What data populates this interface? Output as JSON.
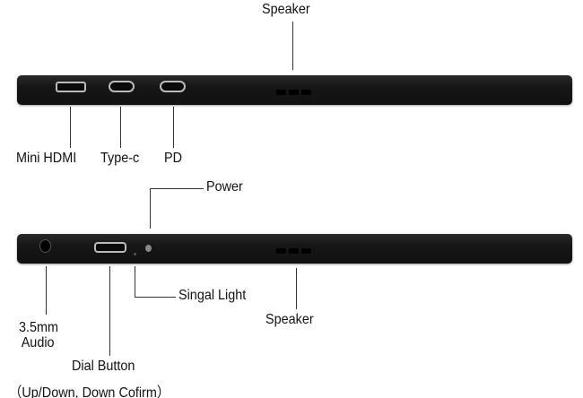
{
  "top_view": {
    "speaker_label": "Speaker",
    "ports": [
      {
        "label": "Mini HDMI"
      },
      {
        "label": "Type-c"
      },
      {
        "label": "PD"
      }
    ]
  },
  "bottom_view": {
    "power_label": "Power",
    "signal_light_label": "Singal Light",
    "speaker_label": "Speaker",
    "audio_label_line1": "3.5mm",
    "audio_label_line2": "Audio",
    "dial_label": "Dial Button",
    "dial_note": "（Up/Down, Down Cofirm）"
  }
}
